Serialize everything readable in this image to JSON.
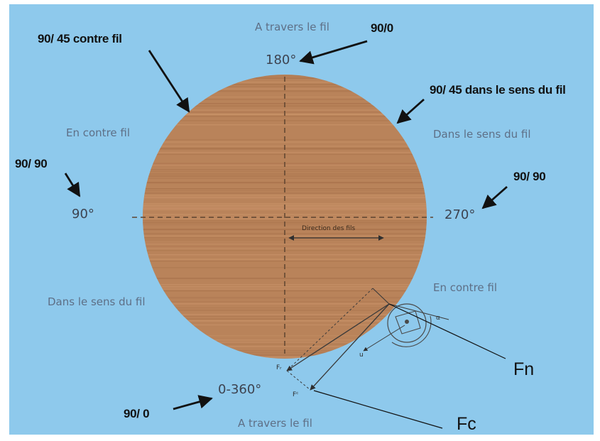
{
  "colors": {
    "background": "#8ec9ec",
    "wood": "#b9835a",
    "wood_grain": "#a9734c",
    "dashed_line": "#5e4430",
    "arrow": "#111111",
    "zone_text": "#5e6f86"
  },
  "zones": {
    "top": "A travers le fil",
    "bottom": "A travers le fil",
    "upper_left": "En contre fil",
    "upper_right": "Dans le sens du fil",
    "lower_left": "Dans le sens du fil",
    "lower_right": "En contre fil"
  },
  "degrees": {
    "top": "180°",
    "left": "90°",
    "right": "270°",
    "bottom": "0-360°"
  },
  "angle_labels": {
    "top": "90/0",
    "upper_left": "90/ 45 contre  fil",
    "upper_right": "90/ 45 dans le sens du fil",
    "left": "90/ 90",
    "right": "90/ 90",
    "bottom": "90/ 0"
  },
  "grain_direction": "Direction des fils",
  "forces": {
    "normal": "Fn",
    "cutting": "Fc"
  },
  "vector_labels": {
    "fr": "Fᵣ",
    "fc_small": "Fᶜ",
    "alpha": "α",
    "u": "u"
  }
}
